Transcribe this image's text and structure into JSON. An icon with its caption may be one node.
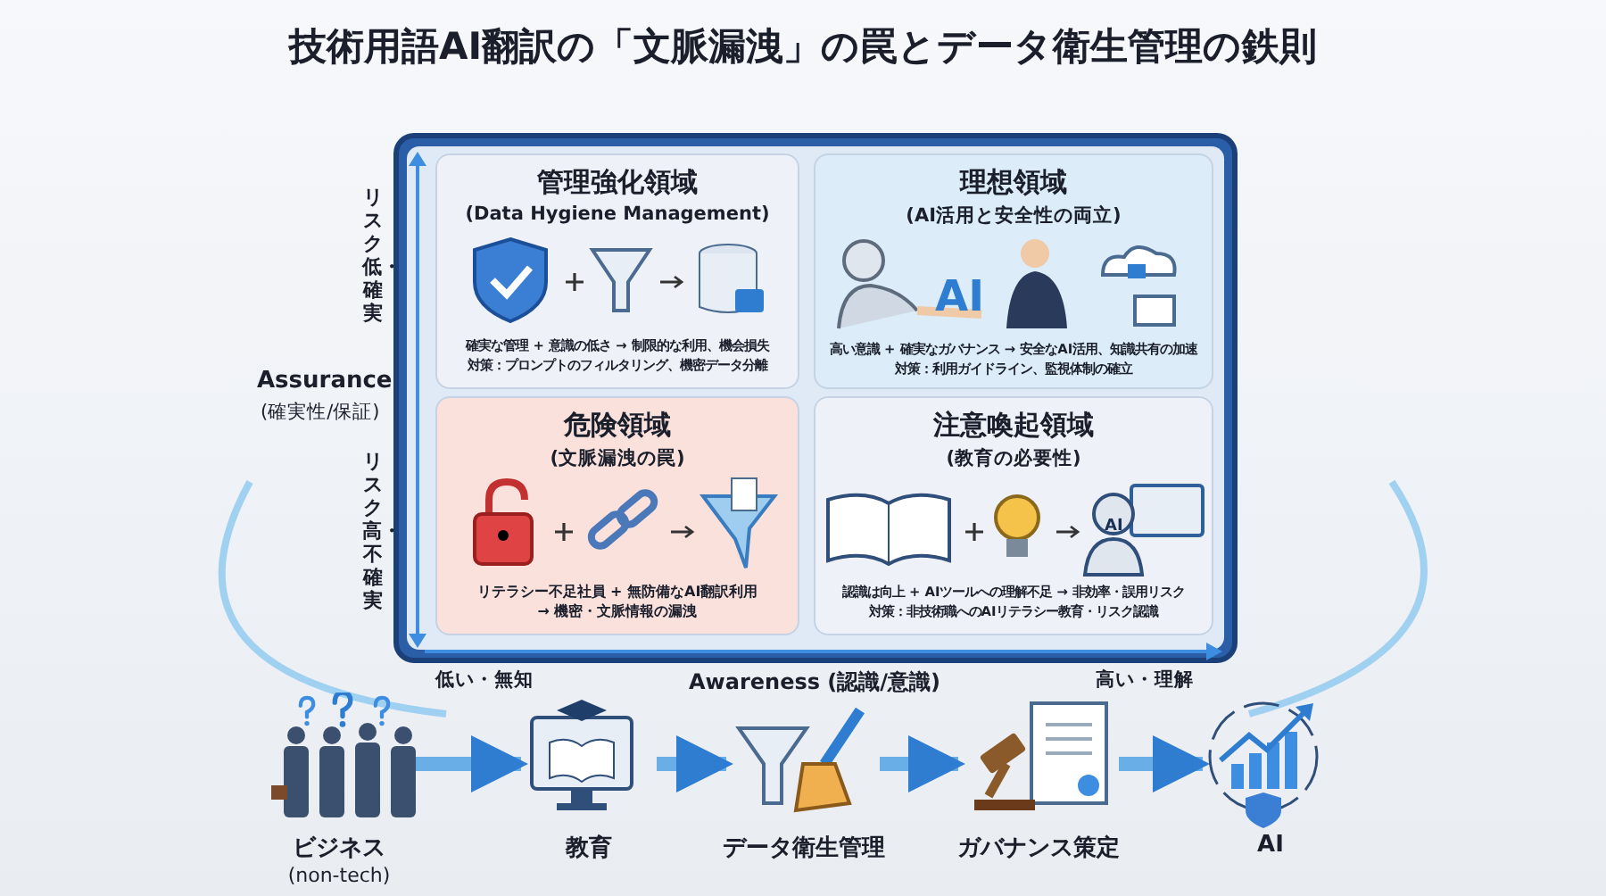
{
  "diagram": {
    "title": "技術用語AI翻訳の「文脈漏洩」の罠とデータ衛生管理の鉄則",
    "nodes": [
      {
        "text": [
          "管理強化領域",
          "(Data Hygiene Management)",
          "確実な管理 + 意識の低さ → 制限的な利用、機会損失",
          "対策：プロンプトのフィルタリング、機密データ分離"
        ]
      },
      {
        "text": [
          "理想領域",
          "(AI活用と安全性の両立)",
          "高い意識 + 確実なガバナンス → 安全なAI活用、知識共有の加速",
          "対策：利用ガイドライン、監視体制の確立"
        ]
      },
      {
        "text": [
          "危険領域",
          "(文脈漏洩の罠)",
          "リテラシー不足社員 + 無防備なAI翻訳利用 → 機密・文脈情報の漏洩"
        ]
      },
      {
        "text": [
          "注意喚起領域",
          "(教育の必要性)",
          "認識は向上 + AIツールへの理解不足 → 非効率・誤用リスク",
          "対策：非技術職へのAIリテラシー教育・リスク認識"
        ]
      },
      {
        "text": [
          "ビジネス",
          "(non-tech)"
        ]
      },
      {
        "text": [
          "教育"
        ]
      },
      {
        "text": [
          "データ衛生管理"
        ]
      },
      {
        "text": [
          "ガバナンス策定"
        ]
      },
      {
        "text": [
          "AI"
        ]
      }
    ],
    "edges": [
      {
        "from": 4,
        "to": 5,
        "arrow": "to"
      },
      {
        "from": 5,
        "to": 6,
        "arrow": "to"
      },
      {
        "from": 6,
        "to": 7,
        "arrow": "to"
      },
      {
        "from": 7,
        "to": 8,
        "arrow": "to"
      }
    ],
    "labels": [
      "リスク低・確実",
      "Assurance",
      "(確実性/保証)",
      "リスク高・不確実",
      "AI",
      "AI",
      "低い・無知",
      "Awareness (認識/意識)",
      "高い・理解"
    ]
  }
}
